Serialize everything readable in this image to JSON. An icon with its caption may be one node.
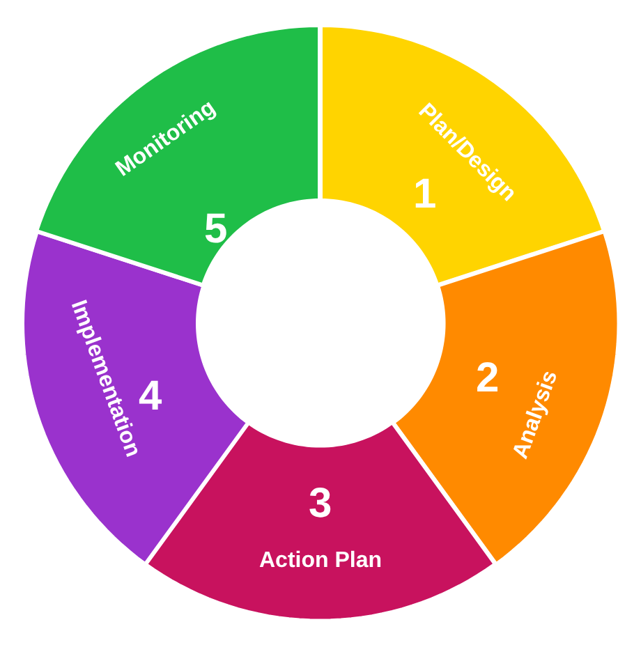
{
  "diagram": {
    "nodes": [
      {
        "text": [
          "1",
          "Plan/Design"
        ]
      },
      {
        "text": [
          "2",
          "Analysis"
        ]
      },
      {
        "text": [
          "3",
          "Action Plan"
        ]
      },
      {
        "text": [
          "4",
          "Implementation"
        ]
      },
      {
        "text": [
          "5",
          "Monitoring"
        ]
      }
    ]
  }
}
